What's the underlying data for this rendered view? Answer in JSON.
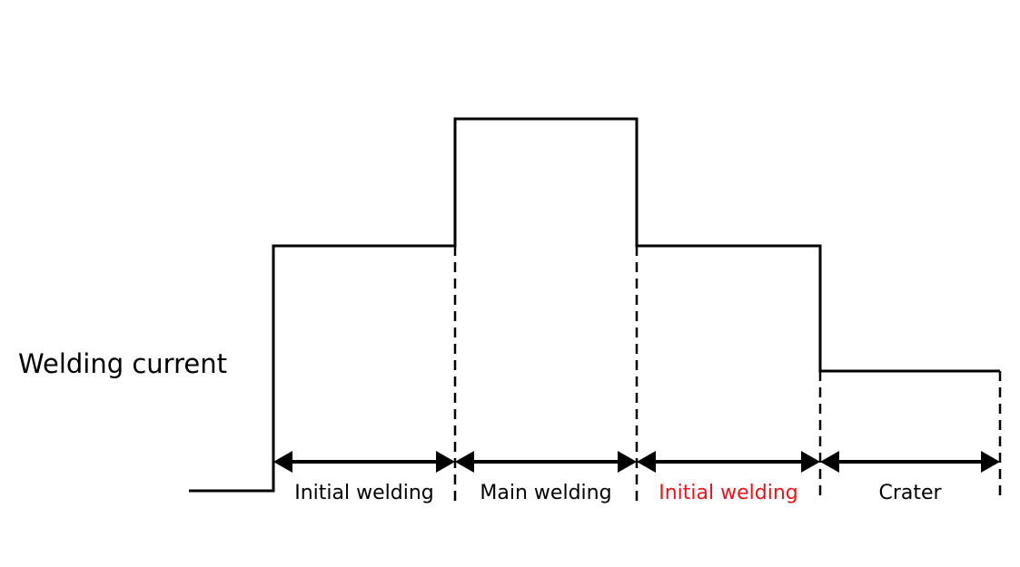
{
  "diagram": {
    "y_axis_label": "Welding current",
    "phases": [
      {
        "label": "Initial welding",
        "color": "#000000",
        "level": "medium"
      },
      {
        "label": "Main welding",
        "color": "#000000",
        "level": "high"
      },
      {
        "label": "Initial welding",
        "color": "#e8141b",
        "level": "medium"
      },
      {
        "label": "Crater",
        "color": "#000000",
        "level": "low"
      }
    ],
    "line_color": "#000000"
  }
}
